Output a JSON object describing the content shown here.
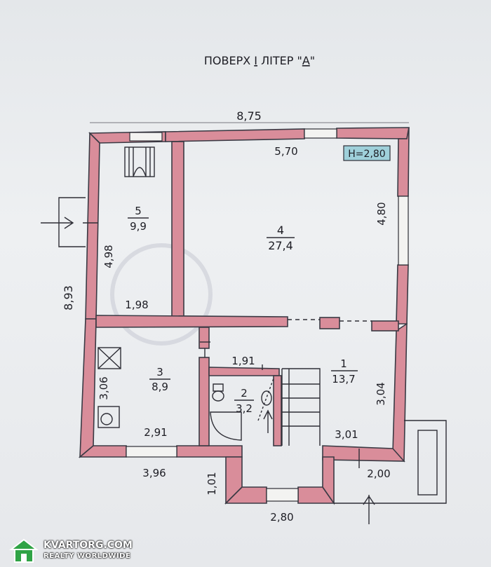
{
  "title": {
    "prefix": "ПОВЕРХ ",
    "floor": "I",
    "middle": " ЛІТЕР \"",
    "letter": "А",
    "suffix": "\""
  },
  "height_badge": "H=2,80",
  "dimensions": {
    "top_overall": "8,75",
    "top_inner": "5,70",
    "right_room4": "4,80",
    "left_overall": "8,93",
    "room5_height": "4,98",
    "room5_width": "1,98",
    "corridor_width": "1,91",
    "room3_height": "3,06",
    "room3_width": "2,91",
    "bottom_left": "3,96",
    "room1_height": "3,04",
    "room1_width": "3,01",
    "porch_depth": "1,01",
    "porch_width": "2,80",
    "terrace_width": "2,00"
  },
  "rooms": [
    {
      "number": "5",
      "area": "9,9"
    },
    {
      "number": "4",
      "area": "27,4"
    },
    {
      "number": "3",
      "area": "8,9"
    },
    {
      "number": "2",
      "area": "3,2"
    },
    {
      "number": "1",
      "area": "13,7"
    }
  ],
  "watermark": {
    "title": "KVARTORG.COM",
    "subtitle": "REALTY WORLDWIDE"
  },
  "colors": {
    "wall": "#d98d9a",
    "paper": "#e9ebee",
    "badge": "#9fd0da",
    "ink": "#1d1d24"
  }
}
